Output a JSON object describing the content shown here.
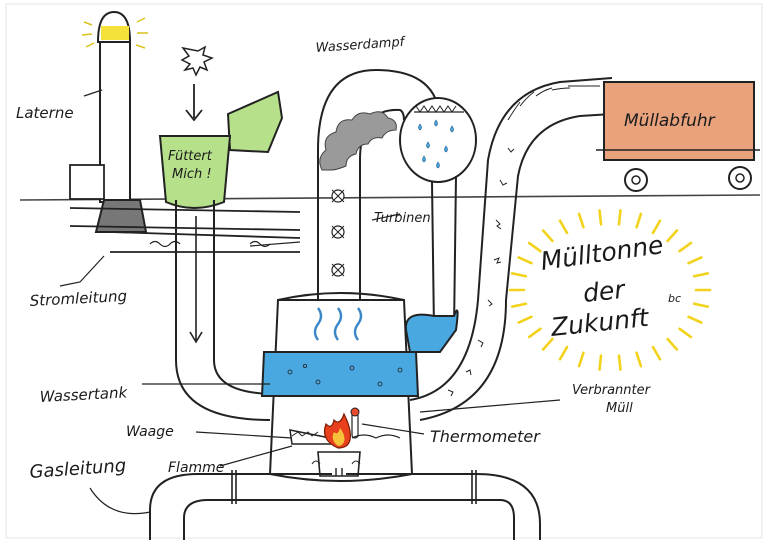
{
  "labels": {
    "laterne": "Laterne",
    "fuettert_line1": "Füttert",
    "fuettert_line2": "Mich !",
    "wasserdampf": "Wasserdampf",
    "muellabfuhr": "Müllabfuhr",
    "turbinen": "Turbinen",
    "stromleitung": "Stromleitung",
    "wassertank": "Wassertank",
    "waage": "Waage",
    "flamme": "Flamme",
    "thermometer": "Thermometer",
    "verbrannter_line1": "Verbrannter",
    "verbrannter_line2": "Müll",
    "gasleitung": "Gasleitung"
  },
  "title": {
    "line1": "Mülltonne",
    "line2": "der",
    "line3": "Zukunft",
    "initials": "bc"
  },
  "colors": {
    "truck": "#e8a27c",
    "water": "#4aa8e0",
    "lamp": "#f4e23a",
    "bin": "#b6e08a",
    "flame_outer": "#e8401c",
    "flame_inner": "#f6c23a",
    "steam": "#9a9a9a",
    "sun_rays": "#f2d21a"
  }
}
